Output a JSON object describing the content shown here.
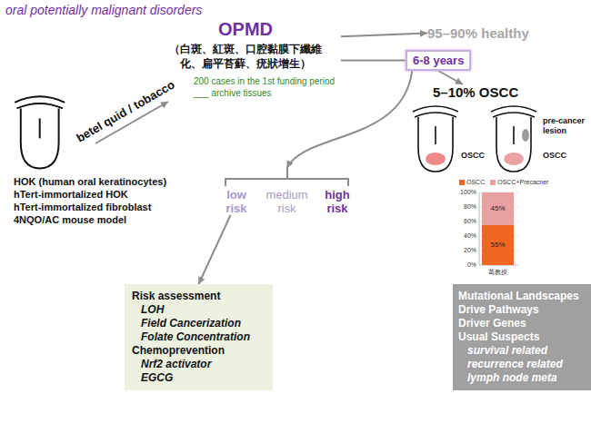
{
  "diagram": {
    "title": "oral potentially malignant disorders",
    "nodes": [
      {
        "text": [
          "OPMD",
          "（白斑、紅斑、口腔黏膜下纖維化、扁平苔蘚、疣狀增生）"
        ]
      },
      {
        "text": [
          "95–90% healthy"
        ]
      },
      {
        "text": [
          "6-8 years"
        ]
      },
      {
        "text": [
          "5–10% OSCC"
        ]
      },
      {
        "text": [
          "low risk",
          "medium risk",
          "high risk"
        ]
      },
      {
        "text": [
          "Risk assessment",
          "LOH",
          "Field Cancerization",
          "Folate Concentration",
          "Chemoprevention",
          "Nrf2 activator",
          "EGCG"
        ]
      },
      {
        "text": [
          "Mutational Landscapes",
          "Drive Pathways",
          "Driver Genes",
          "Usual Suspects",
          "survival related",
          "recurrence related",
          "lymph node meta"
        ]
      }
    ],
    "edges": [
      {
        "from": 0,
        "to": 1,
        "arrow": "to"
      },
      {
        "from": 0,
        "to": 2,
        "arrow": "none"
      },
      {
        "from": 2,
        "to": 3,
        "arrow": "to"
      },
      {
        "from": 2,
        "to": 4,
        "arrow": "to"
      },
      {
        "from": 4,
        "to": 5,
        "arrow": "to"
      }
    ],
    "labels": [
      "betel quid / tobacco",
      "200 cases in the 1st funding period",
      "___ archive tissues",
      "HOK (human oral keratinocytes)",
      "hTert-immortalized HOK",
      "hTert-immortalized fibroblast",
      "4NQO/AC mouse model",
      "pre-cancer lesion",
      "OSCC",
      "OSCC",
      "100%",
      "80%",
      "60%",
      "40%",
      "20%",
      "0%",
      "45%",
      "55%",
      "葛教授"
    ],
    "legend": [
      {
        "text": "OSCC",
        "color": "#f26522"
      },
      {
        "text": "OSCC+Precacner",
        "color": "#e8a0a0"
      }
    ]
  }
}
